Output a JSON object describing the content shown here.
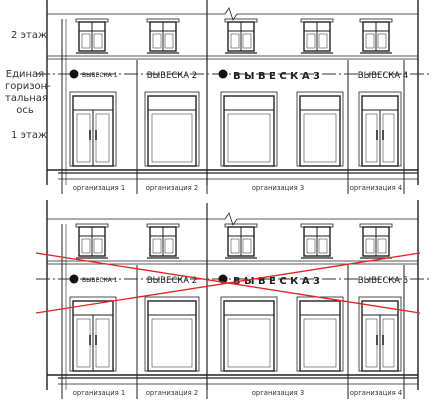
{
  "labels": {
    "floor2": "2 этаж",
    "axis": "Единая\nгоризон-\nтальная\nось",
    "floor1": "1 этаж"
  },
  "panels": [
    {
      "id": "correct",
      "signs": [
        "ВЫВЕСКА 1",
        "ВЫВЕСКА 2",
        "В Ы В Е С К А   3",
        "ВЫВЕСКА 4"
      ],
      "orgs": [
        "организация 1",
        "организация 2",
        "организация 3",
        "организация 4"
      ],
      "crossed": false
    },
    {
      "id": "incorrect",
      "signs": [
        "ВЫВЕСКА 1",
        "ВЫВЕСКА 2",
        "В Ы В Е С К А   3",
        "ВЫВЕСКА 5"
      ],
      "orgs": [
        "организация 1",
        "организация 2",
        "организация 3",
        "организация 4"
      ],
      "crossed": true
    }
  ],
  "colors": {
    "line": "#222222",
    "axis": "#333333",
    "cross": "#e02424",
    "dot": "#111111"
  }
}
